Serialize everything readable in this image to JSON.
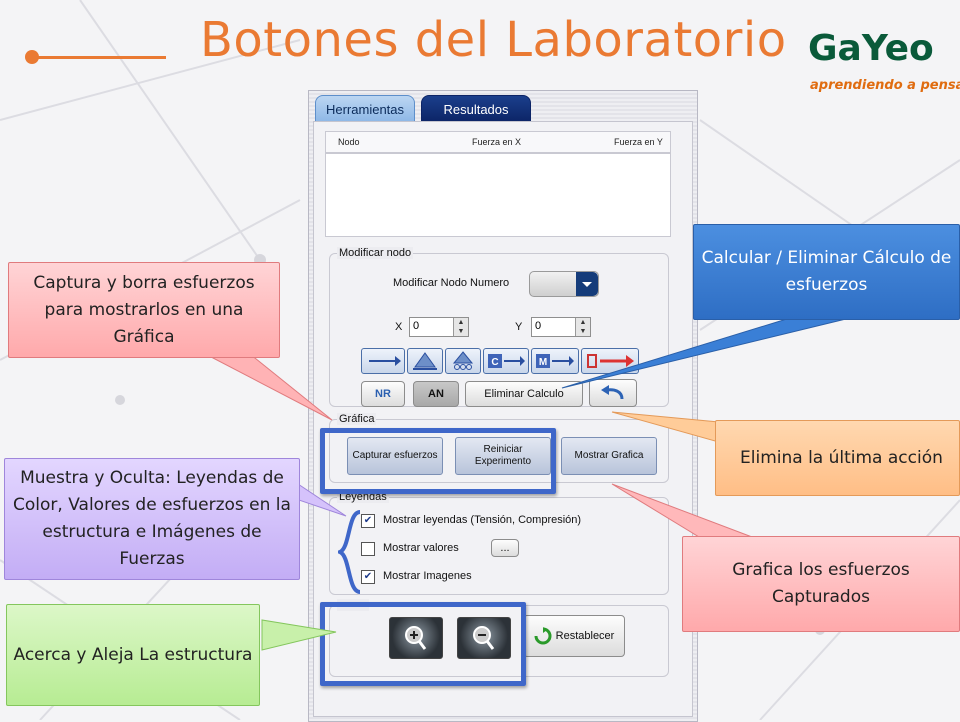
{
  "slide": {
    "title": "Botones del Laboratorio",
    "logo_main": "GaYeo",
    "logo_sub": "aprendiendo a pensar",
    "logo_mark": "®"
  },
  "app": {
    "tabs": [
      {
        "label": "Herramientas",
        "active": false
      },
      {
        "label": "Resultados",
        "active": true
      }
    ],
    "table_headers": [
      "Nodo",
      "Fuerza en X",
      "Fuerza en Y"
    ],
    "modify_group_label": "Modificar nodo",
    "modify_node_label": "Modificar Nodo Numero",
    "x_label": "X",
    "x_value": "0",
    "y_label": "Y",
    "y_value": "0",
    "tool_icons": [
      "arrow-right-icon",
      "fixed-support-icon",
      "roller-support-icon",
      "force-arrow-icon",
      "moment-icon",
      "spring-icon"
    ],
    "btn_nr": "NR",
    "btn_an": "AN",
    "btn_eliminar_calculo": "Eliminar Calculo",
    "graph_group_label": "Gráfica",
    "btn_capturar": "Capturar esfuerzos",
    "btn_reiniciar": "Reiniciar Experimento",
    "btn_mostrar_grafica": "Mostrar Grafica",
    "legend_group_label": "Leyendas",
    "checks": [
      {
        "label": "Mostrar leyendas (Tensión, Compresión)",
        "checked": true
      },
      {
        "label": "Mostrar valores",
        "checked": false
      },
      {
        "label": "Mostrar Imagenes",
        "checked": true
      }
    ],
    "more_btn": "...",
    "zoom_group_label": "Zoom",
    "btn_restablecer": "Restablecer"
  },
  "callouts": {
    "capture": "Captura y borra esfuerzos para mostrarlos en una Gráfica",
    "calc": "Calcular / Eliminar Cálculo de esfuerzos",
    "undo": "Elimina la última acción",
    "legends": "Muestra y Oculta: Leyendas de Color, Valores de esfuerzos en la estructura e Imágenes de Fuerzas",
    "graph": "Grafica los esfuerzos Capturados",
    "zoom": "Acerca y Aleja La estructura"
  },
  "colors": {
    "accent": "#ea7a33",
    "highlight": "#3f67c9",
    "tab_active": "#0c2466"
  }
}
